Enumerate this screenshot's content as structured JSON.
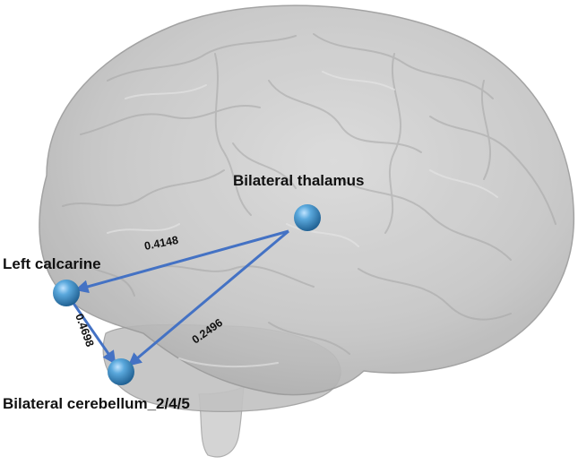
{
  "colors": {
    "background": "#ffffff",
    "brain_fill": "#b9b9b9",
    "brain_stroke": "#9a9a9a",
    "edge": "#4472c4",
    "node": "#3d8fc9",
    "label": "#111111"
  },
  "nodes": [
    {
      "id": "thalamus",
      "label": "Bilateral thalamus"
    },
    {
      "id": "calcarine",
      "label": "Left calcarine"
    },
    {
      "id": "cerebellum",
      "label": "Bilateral cerebellum_2/4/5"
    }
  ],
  "edges": [
    {
      "from": "thalamus",
      "to": "calcarine",
      "weight": "0.4148"
    },
    {
      "from": "thalamus",
      "to": "cerebellum",
      "weight": "0.2496"
    },
    {
      "from": "calcarine",
      "to": "cerebellum",
      "weight": "0.4698"
    }
  ]
}
